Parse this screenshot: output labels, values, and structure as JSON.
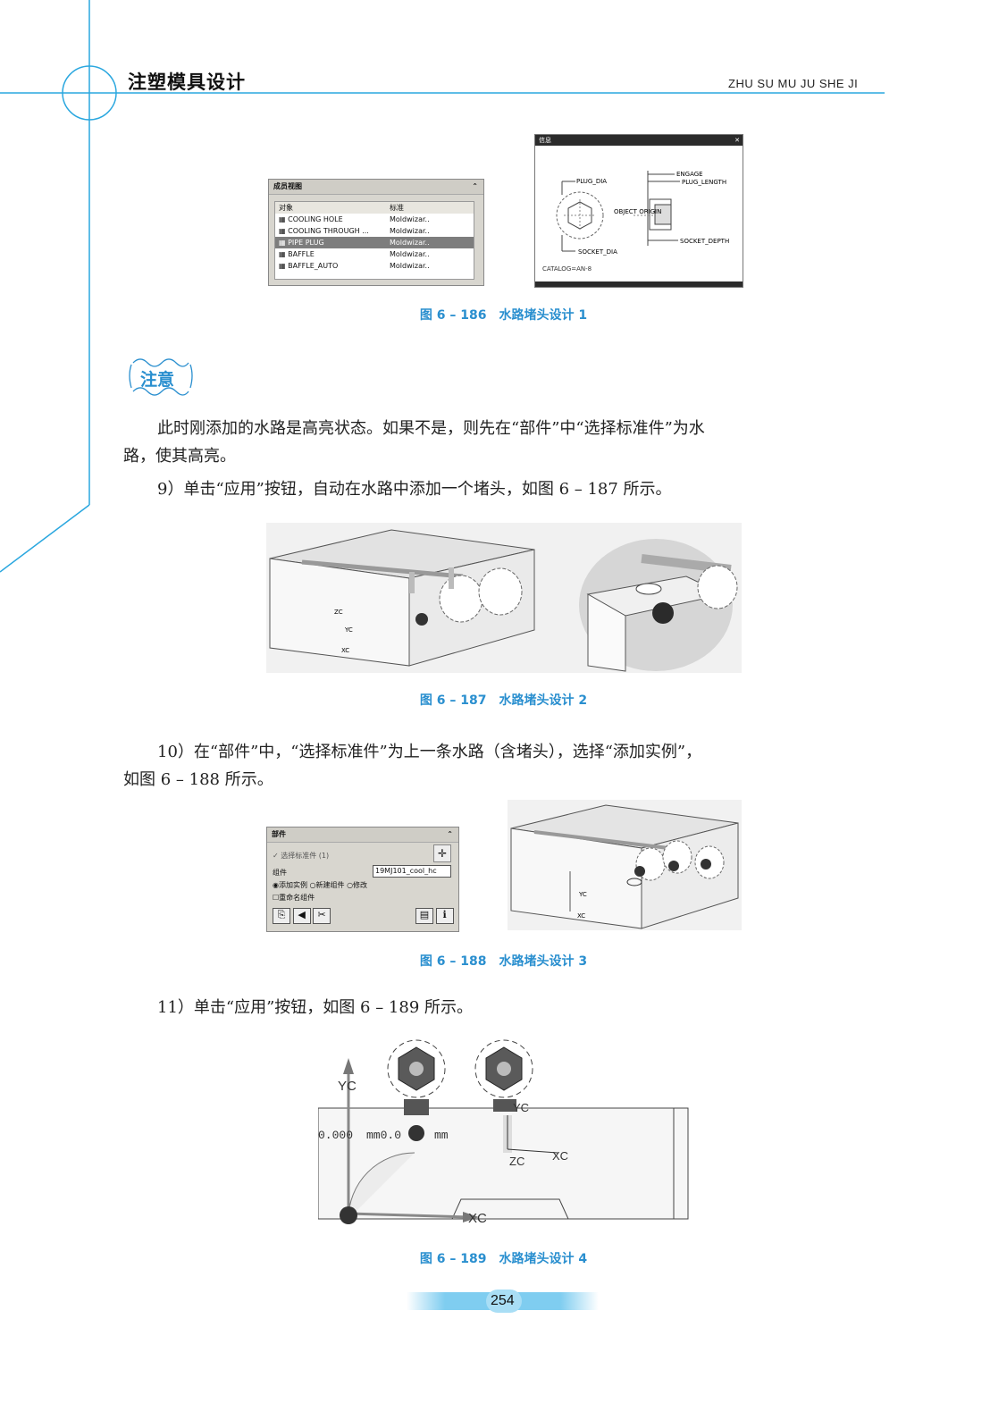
{
  "header": {
    "title": "注塑模具设计",
    "pinyin": "ZHU SU MU JU SHE JI"
  },
  "fig186": {
    "panel_title": "成员视图",
    "col_object": "对象",
    "col_standard": "标准",
    "rows": [
      {
        "name": "COOLING HOLE",
        "std": "Moldwizar.."
      },
      {
        "name": "COOLING THROUGH ...",
        "std": "Moldwizar.."
      },
      {
        "name": "PIPE PLUG",
        "std": "Moldwizar.."
      },
      {
        "name": "BAFFLE",
        "std": "Moldwizar.."
      },
      {
        "name": "BAFFLE_AUTO",
        "std": "Moldwizar.."
      }
    ],
    "info_title": "信息",
    "labels": {
      "plug_dia": "PLUG_DIA",
      "engage": "ENGAGE",
      "plug_length": "PLUG_LENGTH",
      "object_origin": "OBJECT ORIGIN",
      "socket_dia": "SOCKET_DIA",
      "socket_depth": "SOCKET_DEPTH",
      "catalog": "CATALOG=AN-8"
    },
    "caption": "图 6 – 186　水路堵头设计 1"
  },
  "note": {
    "label": "注意"
  },
  "paragraphs": {
    "p1_line1": "此时刚添加的水路是高亮状态。如果不是，则先在“部件”中“选择标准件”为水",
    "p1_line2": "路，使其高亮。",
    "p2": "9）单击“应用”按钮，自动在水路中添加一个堵头，如图 6 – 187 所示。",
    "p3_line1": "10）在“部件”中，“选择标准件”为上一条水路（含堵头），选择“添加实例”，",
    "p3_line2": "如图 6 – 188 所示。",
    "p4": "11）单击“应用”按钮，如图 6 – 189 所示。"
  },
  "fig187": {
    "caption": "图 6 – 187　水路堵头设计 2",
    "axis_zc": "ZC",
    "axis_yc": "YC",
    "axis_xc": "XC"
  },
  "fig188": {
    "panel_title": "部件",
    "select_std": "选择标准件 (1)",
    "component_label": "组件",
    "component_value": "19MJ101_cool_hc",
    "radio_add": "添加实例",
    "radio_new": "新建组件",
    "radio_edit": "修改",
    "checkbox_rename": "重命名组件",
    "caption": "图 6 – 188　水路堵头设计 3",
    "axis_yc": "YC",
    "axis_xc": "XC"
  },
  "fig189": {
    "axis_yc": "YC",
    "axis_xc": "XC",
    "axis_zc": "ZC",
    "dim1": "0.000",
    "dim2": "mm0.0",
    "dim3": "mm",
    "caption": "图 6 – 189　水路堵头设计 4"
  },
  "footer": {
    "page": "254"
  },
  "colors": {
    "accent": "#2a8fcf",
    "header_line": "#2aa7df"
  }
}
